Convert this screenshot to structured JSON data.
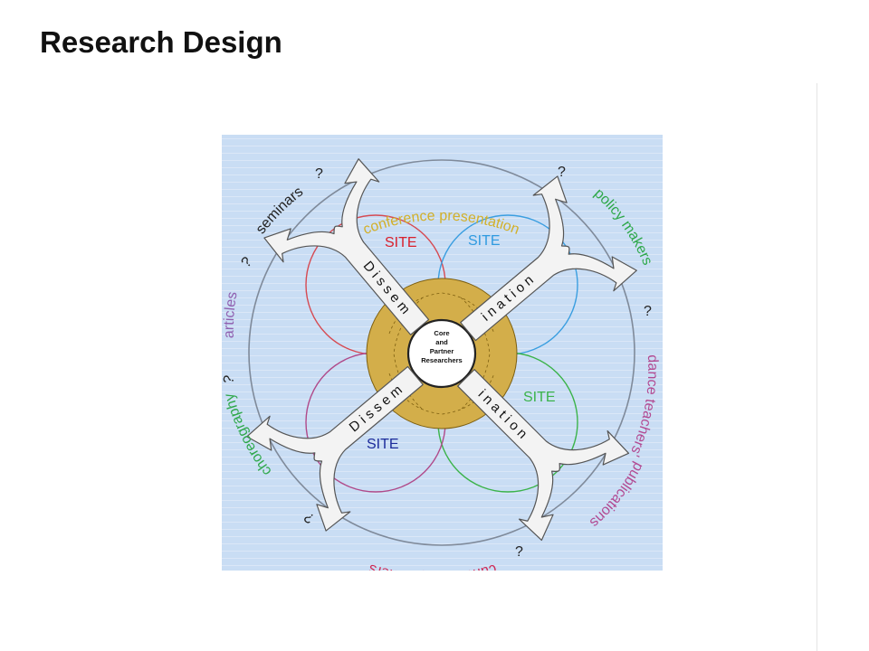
{
  "slide": {
    "title": "Research Design"
  },
  "diagram": {
    "colors": {
      "background": "#c9ddf4",
      "stripe": "#dbe7f7",
      "outer_ring": "#7f8a9a",
      "hub": "#d3ae4a",
      "hub_stroke": "#7d5f10",
      "arrow_fill": "#f3f3f3",
      "arrow_stroke": "#555555"
    },
    "center_label": [
      "Core",
      "and",
      "Partner",
      "Researchers"
    ],
    "sites": [
      {
        "label": "SITE",
        "color": "#d9202c"
      },
      {
        "label": "SITE",
        "color": "#2f9ae0"
      },
      {
        "label": "SITE",
        "color": "#3bb34a"
      },
      {
        "label": "SITE",
        "color": "#1b2a9a"
      }
    ],
    "site_circle_colors": [
      "#d64a52",
      "#3a9ee0",
      "#3bb34a",
      "#b04a8a"
    ],
    "arrow_words": {
      "top_left": "D i s s e m",
      "top_right": "i n a t i o n",
      "bottom_left": "D i s s e m",
      "bottom_right": "i n a t i o n"
    },
    "outputs": [
      {
        "text": "conference presentation",
        "color": "#d2b02a"
      },
      {
        "text": "policy makers",
        "color": "#2ea84a"
      },
      {
        "text": "dance teachers'",
        "color": "#b24a92"
      },
      {
        "text": "publications",
        "color": "#b24a92"
      },
      {
        "text": "curriculum planners",
        "color": "#cf2a56"
      },
      {
        "text": "choreography",
        "color": "#2ea84a"
      },
      {
        "text": "articles",
        "color": "#9060b0"
      },
      {
        "text": "seminars",
        "color": "#222222"
      }
    ],
    "question_mark": "?"
  }
}
